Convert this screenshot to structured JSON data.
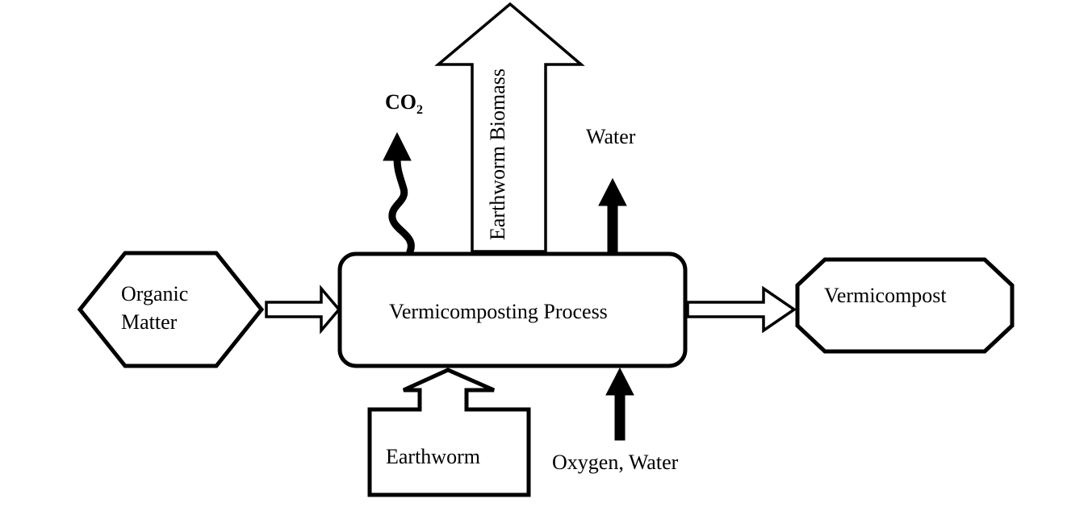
{
  "nodes": {
    "organic_matter": {
      "line1": "Organic",
      "line2": "Matter"
    },
    "process": {
      "label": "Vermicomposting Process"
    },
    "vermicompost": {
      "label": "Vermicompost"
    },
    "earthworm": {
      "label": "Earthworm"
    }
  },
  "outputs": {
    "co2": {
      "main": "CO",
      "subscript": "2"
    },
    "earthworm_biomass": {
      "label": "Earthworm Biomass"
    },
    "water": {
      "label": "Water"
    }
  },
  "inputs": {
    "oxygen_water": {
      "label": "Oxygen, Water"
    }
  },
  "colors": {
    "stroke": "#000000",
    "fill": "#ffffff"
  }
}
